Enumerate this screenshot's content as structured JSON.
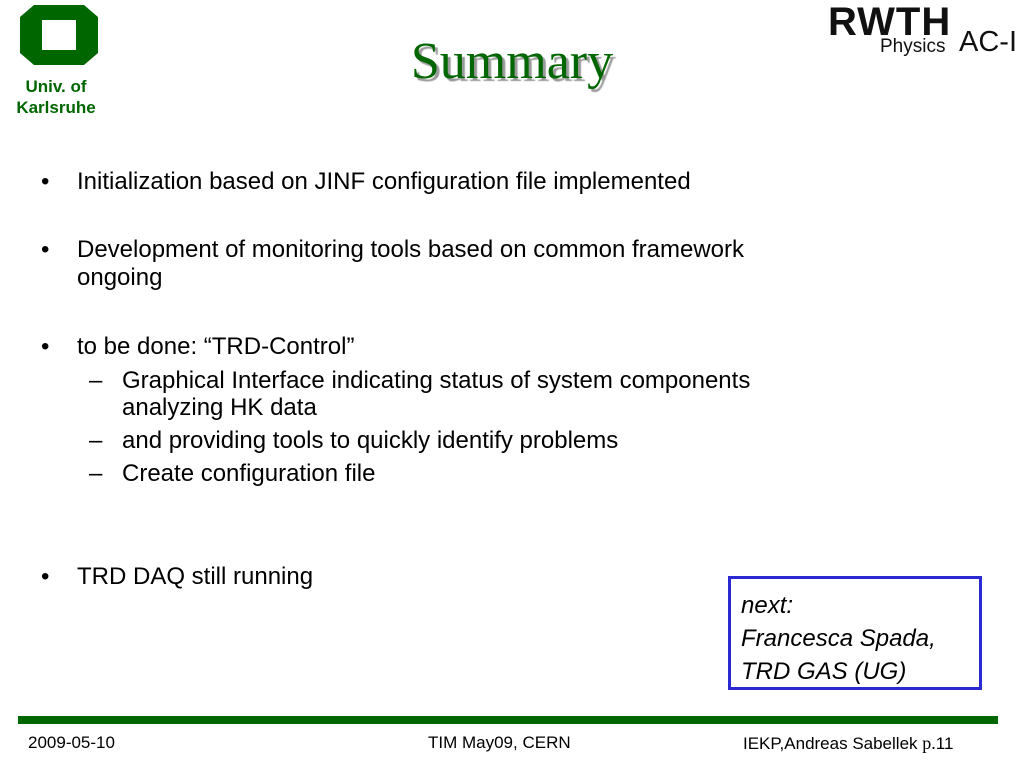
{
  "logo_left": {
    "text_line1": "Univ. of",
    "text_line2": "Karlsruhe",
    "color": "#006600"
  },
  "logo_right": {
    "main": "RWTH",
    "physics": "Physics",
    "group": "AC-I"
  },
  "title": "Summary",
  "bullets": [
    {
      "text": "Initialization based on JINF configuration file implemented"
    },
    {
      "text_line1": "Development of monitoring tools based on common framework",
      "text_line2": "ongoing"
    },
    {
      "text": "to be done: “TRD-Control”",
      "subitems": [
        {
          "text_line1": "Graphical Interface indicating status of system components",
          "text_line2": "analyzing HK data"
        },
        {
          "text": "and providing tools to quickly identify problems"
        },
        {
          "text": "Create configuration file"
        }
      ]
    },
    {
      "text": "TRD DAQ still running"
    }
  ],
  "next_box": {
    "line1": "next:",
    "line2": "Francesca Spada,",
    "line3": "TRD GAS (UG)",
    "border_color": "#2a2ad0"
  },
  "footer": {
    "date": "2009-05-10",
    "event": "TIM May09, CERN",
    "author": "IEKP,Andreas Sabellek",
    "page_prefix": "p.",
    "page_number": "11"
  }
}
